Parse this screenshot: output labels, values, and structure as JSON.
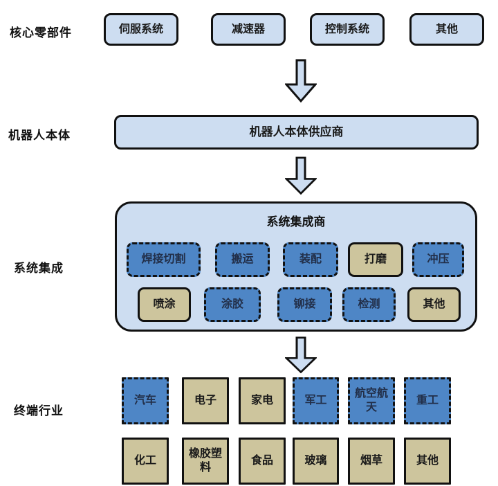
{
  "colors": {
    "light_blue_fill": "#cdddf1",
    "dark_blue_fill": "#4e86c6",
    "tan_fill": "#cdc59d",
    "ink": "#111111"
  },
  "side_labels": {
    "core_components": "核心零部件",
    "robot_body": "机器人本体",
    "system_integration": "系统集成",
    "end_industries": "终端行业"
  },
  "core_components": {
    "items": [
      {
        "label": "伺服系统"
      },
      {
        "label": "减速器"
      },
      {
        "label": "控制系统"
      },
      {
        "label": "其他"
      }
    ]
  },
  "robot_body": {
    "supplier_label": "机器人本体供应商"
  },
  "system_integrator": {
    "title": "系统集成商",
    "row1": [
      {
        "label": "焊接切割",
        "variant": "blue-dashed"
      },
      {
        "label": "搬运",
        "variant": "blue-dashed"
      },
      {
        "label": "装配",
        "variant": "blue-dashed"
      },
      {
        "label": "打磨",
        "variant": "tan-solid"
      },
      {
        "label": "冲压",
        "variant": "blue-dashed"
      }
    ],
    "row2": [
      {
        "label": "喷涂",
        "variant": "tan-solid"
      },
      {
        "label": "涂胶",
        "variant": "blue-dashed"
      },
      {
        "label": "铆接",
        "variant": "blue-dashed"
      },
      {
        "label": "检测",
        "variant": "blue-dashed"
      },
      {
        "label": "其他",
        "variant": "tan-solid"
      }
    ]
  },
  "end_industries": {
    "row1": [
      {
        "label": "汽车",
        "variant": "blue-dashed"
      },
      {
        "label": "电子",
        "variant": "tan-solid"
      },
      {
        "label": "家电",
        "variant": "tan-solid"
      },
      {
        "label": "军工",
        "variant": "blue-dashed"
      },
      {
        "label": "航空航天",
        "variant": "blue-dashed"
      },
      {
        "label": "重工",
        "variant": "blue-dashed"
      }
    ],
    "row2": [
      {
        "label": "化工",
        "variant": "tan-solid"
      },
      {
        "label": "橡胶塑料",
        "variant": "tan-solid"
      },
      {
        "label": "食品",
        "variant": "tan-solid"
      },
      {
        "label": "玻璃",
        "variant": "tan-solid"
      },
      {
        "label": "烟草",
        "variant": "tan-solid"
      },
      {
        "label": "其他",
        "variant": "tan-solid"
      }
    ]
  },
  "icons": {
    "flow_arrow": "down-block-arrow"
  }
}
